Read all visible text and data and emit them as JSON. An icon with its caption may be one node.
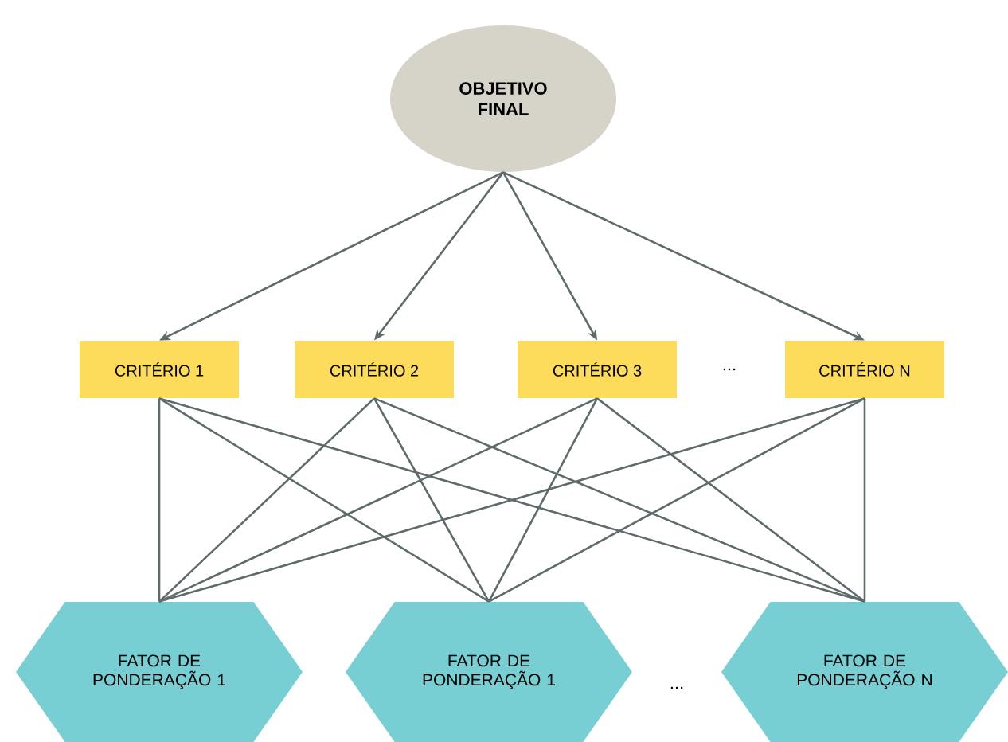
{
  "diagram": {
    "nodes": [
      {
        "text": [
          "OBJETIVO FINAL"
        ]
      },
      {
        "text": [
          "CRITÉRIO 1"
        ]
      },
      {
        "text": [
          "CRITÉRIO 2"
        ]
      },
      {
        "text": [
          "CRITÉRIO 3"
        ]
      },
      {
        "text": [
          "CRITÉRIO N"
        ]
      },
      {
        "text": [
          "FATOR DE PONDERAÇÃO 1"
        ]
      },
      {
        "text": [
          "FATOR DE PONDERAÇÃO 1"
        ]
      },
      {
        "text": [
          "FATOR DE PONDERAÇÃO N"
        ]
      }
    ],
    "edges": [
      {
        "from": 0,
        "to": 1,
        "arrow": "to"
      },
      {
        "from": 0,
        "to": 2,
        "arrow": "to"
      },
      {
        "from": 0,
        "to": 3,
        "arrow": "to"
      },
      {
        "from": 0,
        "to": 4,
        "arrow": "to"
      },
      {
        "from": 1,
        "to": 5,
        "arrow": "none"
      },
      {
        "from": 1,
        "to": 6,
        "arrow": "none"
      },
      {
        "from": 1,
        "to": 7,
        "arrow": "none"
      },
      {
        "from": 2,
        "to": 5,
        "arrow": "none"
      },
      {
        "from": 2,
        "to": 6,
        "arrow": "none"
      },
      {
        "from": 2,
        "to": 7,
        "arrow": "none"
      },
      {
        "from": 3,
        "to": 5,
        "arrow": "none"
      },
      {
        "from": 3,
        "to": 6,
        "arrow": "none"
      },
      {
        "from": 3,
        "to": 7,
        "arrow": "none"
      },
      {
        "from": 4,
        "to": 5,
        "arrow": "none"
      },
      {
        "from": 4,
        "to": 6,
        "arrow": "none"
      },
      {
        "from": 4,
        "to": 7,
        "arrow": "none"
      }
    ],
    "labels": [
      "...",
      "..."
    ]
  }
}
